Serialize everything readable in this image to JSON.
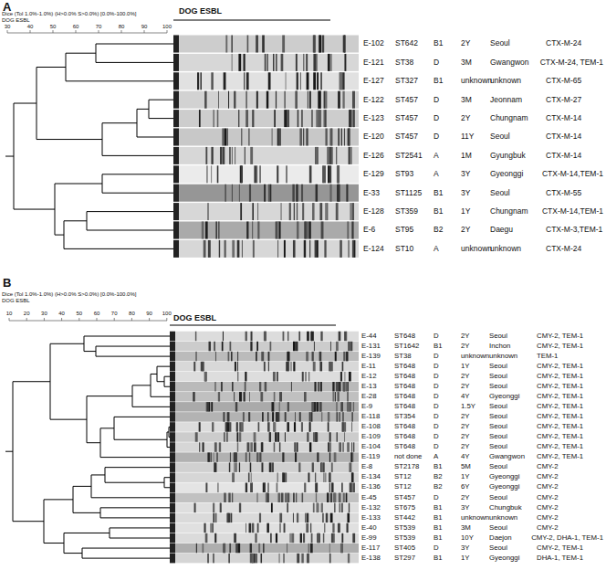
{
  "diagram": {
    "labels": [
      "A",
      "Dice (Tol 1.0%-1.0%) (H>0.0% S>0.0%) [0.0%-100.0%]",
      "DOG ESBL",
      "30",
      "40",
      "50",
      "60",
      "70",
      "80",
      "90",
      "100",
      "DOG ESBL",
      "E-102",
      "ST642",
      "B1",
      "2Y",
      "Seoul",
      "CTX-M-24",
      "E-121",
      "ST38",
      "D",
      "3M",
      "Gwangwon",
      "CTX-M-24, TEM-1",
      "E-127",
      "ST327",
      "B1",
      "unknown",
      "unknown",
      "CTX-M-65",
      "E-122",
      "ST457",
      "D",
      "3M",
      "Jeonnam",
      "CTX-M-27",
      "E-123",
      "ST457",
      "D",
      "2Y",
      "Chungnam",
      "CTX-M-14",
      "E-120",
      "ST457",
      "D",
      "11Y",
      "Seoul",
      "CTX-M-14",
      "E-126",
      "ST2541",
      "A",
      "1M",
      "Gyungbuk",
      "CTX-M-14",
      "E-129",
      "ST93",
      "A",
      "3Y",
      "Gyeonggi",
      "CTX-M-14,TEM-1",
      "E-33",
      "ST1125",
      "B1",
      "3Y",
      "Seoul",
      "CTX-M-55",
      "E-128",
      "ST359",
      "B1",
      "1Y",
      "Chungnam",
      "CTX-M-14,TEM-1",
      "E-6",
      "ST95",
      "B2",
      "2Y",
      "Daegu",
      "CTX-M-3,TEM-1",
      "E-124",
      "ST10",
      "A",
      "unknown",
      "unknown",
      "CTX-M-24",
      "B",
      "Dice (Tol 1.0%-1.0%) (H>0.0% S>0.0%) [0.0%-100.0%]",
      "DOG ESBL",
      "10",
      "20",
      "30",
      "40",
      "50",
      "60",
      "70",
      "80",
      "90",
      "100",
      "DOG ESBL",
      "E-44",
      "ST648",
      "D",
      "2Y",
      "Seoul",
      "CMY-2, TEM-1",
      "E-131",
      "ST1642",
      "B1",
      "2Y",
      "Inchon",
      "CMY-2, TEM-1",
      "E-139",
      "ST38",
      "D",
      "unknown",
      "unknown",
      "TEM-1",
      "E-11",
      "ST648",
      "D",
      "1Y",
      "Seoul",
      "CMY-2, TEM-1",
      "E-12",
      "ST648",
      "D",
      "2Y",
      "Seoul",
      "CMY-2, TEM-1",
      "E-13",
      "ST648",
      "D",
      "2Y",
      "Seoul",
      "CMY-2, TEM-1",
      "E-28",
      "ST648",
      "D",
      "4Y",
      "Gyeonggi",
      "CMY-2, TEM-1",
      "E-9",
      "ST648",
      "D",
      "1.5Y",
      "Seoul",
      "CMY-2, TEM-1",
      "E-118",
      "ST354",
      "D",
      "2Y",
      "Seoul",
      "CMY-2, TEM-1",
      "E-108",
      "ST648",
      "D",
      "2Y",
      "Seoul",
      "CMY-2, TEM-1",
      "E-109",
      "ST648",
      "D",
      "2Y",
      "Seoul",
      "CMY-2, TEM-1",
      "E-104",
      "ST648",
      "D",
      "2Y",
      "Seoul",
      "CMY-2, TEM-1",
      "E-119",
      "not done",
      "A",
      "4Y",
      "Gwangwon",
      "CMY-2, TEM-1",
      "E-8",
      "ST2178",
      "B1",
      "5M",
      "Seoul",
      "CMY-2",
      "E-134",
      "ST12",
      "B2",
      "1Y",
      "Gyeonggi",
      "CMY-2",
      "E-136",
      "ST12",
      "B2",
      "6Y",
      "Gyeonggi",
      "CMY-2",
      "E-45",
      "ST457",
      "D",
      "2Y",
      "Seoul",
      "CMY-2",
      "E-132",
      "ST675",
      "B1",
      "3Y",
      "Chungbuk",
      "CMY-2",
      "E-133",
      "ST442",
      "B1",
      "unknown",
      "unknown",
      "CMY-2",
      "E-40",
      "ST539",
      "B1",
      "3M",
      "Seoul",
      "CMY-2",
      "E-99",
      "ST539",
      "B1",
      "10Y",
      "Daejon",
      "CMY-2, DHA-1, TEM-1",
      "E-117",
      "ST405",
      "D",
      "3Y",
      "Seoul",
      "CMY-2, TEM-1",
      "E-138",
      "ST297",
      "B1",
      "1Y",
      "Gyeonggi",
      "DHA-1, TEM-1"
    ]
  }
}
